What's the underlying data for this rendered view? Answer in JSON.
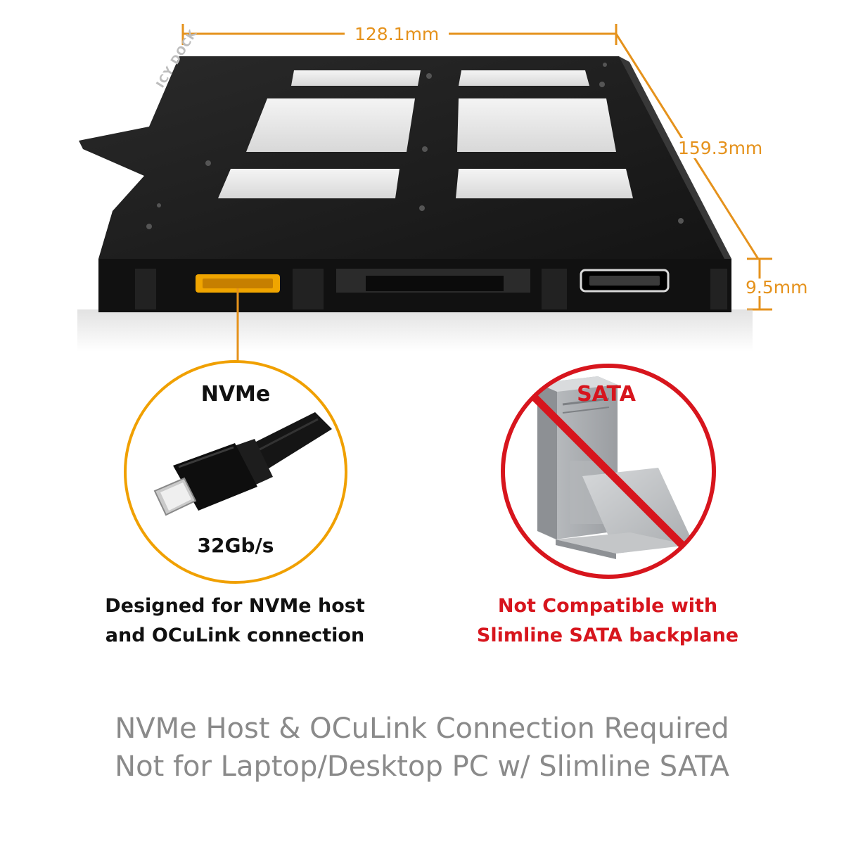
{
  "dimensions": {
    "width_label": "128.1mm",
    "depth_label": "159.3mm",
    "height_label": "9.5mm"
  },
  "product": {
    "brand_logo": "ICY DOCK"
  },
  "left_panel": {
    "top_label": "NVMe",
    "bottom_label": "32Gb/s",
    "caption_line1": "Designed for NVMe host",
    "caption_line2": "and OCuLink connection"
  },
  "right_panel": {
    "top_label": "SATA",
    "caption_line1": "Not Compatible with",
    "caption_line2": "Slimline SATA backplane"
  },
  "footer": {
    "line1": "NVMe Host & OCuLink Connection Required",
    "line2": "Not for Laptop/Desktop PC w/ Slimline SATA"
  },
  "colors": {
    "accent_orange": "#e5921c",
    "warning_red": "#d7151d",
    "footer_gray": "#8a8a8a"
  },
  "icons": [
    "oculink-cable-icon",
    "desktop-tower-icon",
    "laptop-icon",
    "prohibited-icon"
  ]
}
